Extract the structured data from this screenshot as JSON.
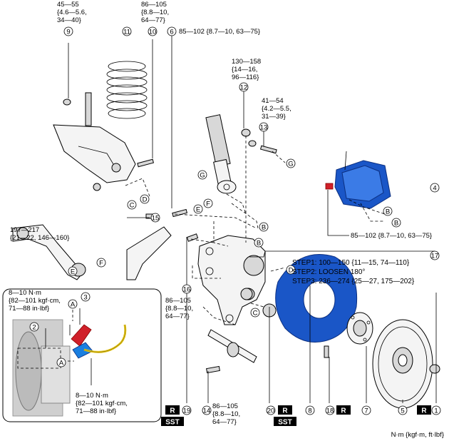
{
  "torques": {
    "t9": [
      "45—55",
      "{4.6—5.6,",
      "34—40}"
    ],
    "t10": [
      "86—105",
      "{8.8—10,",
      "64—77}"
    ],
    "t6": "85—102 {8.7—10, 63—75}",
    "t12": [
      "130—158",
      "{14—16,",
      "96—116}"
    ],
    "t13": [
      "41—54",
      "{4.2—5.5,",
      "31—39}"
    ],
    "t15": [
      "197—217",
      "{21—22, 146—160}"
    ],
    "t_caliper": "85—102 {8.7—10, 63—75}",
    "t16": [
      "86—105",
      "{8.8—10,",
      "64—77}"
    ],
    "t14": [
      "86—105",
      "{8.8—10,",
      "64—77}"
    ],
    "inset_top": [
      "8—10 N·m",
      "{82—101 kgf·cm,",
      "71—88 in·lbf}"
    ],
    "inset_bottom": [
      "8—10 N·m",
      "{82—101 kgf·cm,",
      "71—88 in·lbf}"
    ]
  },
  "steps": [
    "STEP1: 100—150 {11—15, 74—110}",
    "STEP2: LOOSEN 180°",
    "STEP3: 236—274 {25—27, 175—202}"
  ],
  "part_numbers": [
    "1",
    "2",
    "3",
    "4",
    "5",
    "6",
    "7",
    "8",
    "9",
    "10",
    "11",
    "12",
    "13",
    "14",
    "15",
    "16",
    "17",
    "18",
    "19",
    "20"
  ],
  "letters": {
    "A": "A",
    "B": "B",
    "C": "C",
    "D": "D",
    "E": "E",
    "F": "F",
    "G": "G"
  },
  "badges": {
    "r": "R",
    "sst": "SST"
  },
  "units": "N·m {kgf·m, ft·lbf}",
  "colors": {
    "part_blue": "#1a56c7",
    "fastener_red": "#d0202a",
    "wire_yellow": "#e5c51a"
  }
}
